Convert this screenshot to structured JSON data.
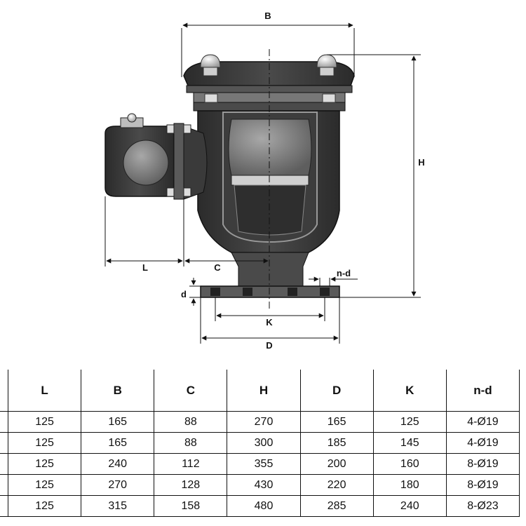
{
  "diagram": {
    "labels": {
      "B": "B",
      "H": "H",
      "L": "L",
      "C": "C",
      "nd": "n-d",
      "d": "d",
      "K": "K",
      "D": "D"
    }
  },
  "table": {
    "headers": [
      "L",
      "B",
      "C",
      "H",
      "D",
      "K",
      "n-d"
    ],
    "rows": [
      [
        "125",
        "165",
        "88",
        "270",
        "165",
        "125",
        "4-Ø19"
      ],
      [
        "125",
        "165",
        "88",
        "300",
        "185",
        "145",
        "4-Ø19"
      ],
      [
        "125",
        "240",
        "112",
        "355",
        "200",
        "160",
        "8-Ø19"
      ],
      [
        "125",
        "270",
        "128",
        "430",
        "220",
        "180",
        "8-Ø19"
      ],
      [
        "125",
        "315",
        "158",
        "480",
        "285",
        "240",
        "8-Ø23"
      ]
    ]
  },
  "colors": {
    "body": "#3a3a3a",
    "body_light": "#6a6a6a",
    "ball": "#8c8c8c",
    "line": "#111111"
  }
}
